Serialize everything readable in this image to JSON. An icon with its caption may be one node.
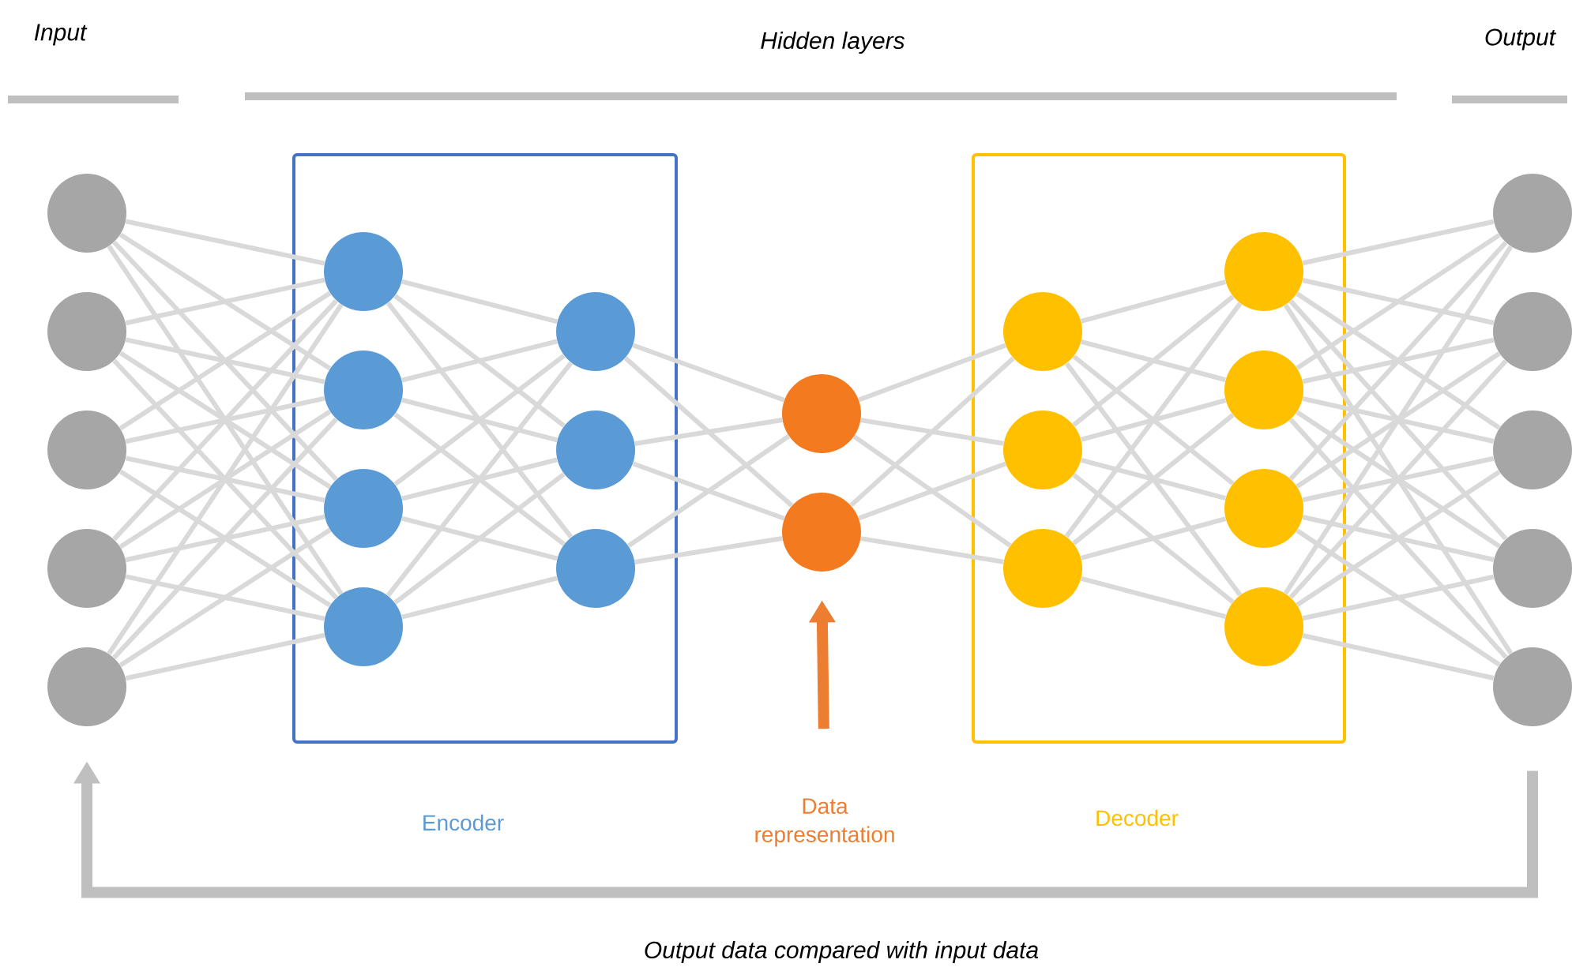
{
  "diagram": {
    "nodes": [
      {
        "text": [],
        "shape": "circle"
      },
      {
        "text": [],
        "shape": "circle"
      },
      {
        "text": [],
        "shape": "circle"
      },
      {
        "text": [],
        "shape": "circle"
      },
      {
        "text": [],
        "shape": "circle"
      },
      {
        "text": [
          "Encoder"
        ]
      },
      {
        "text": [],
        "shape": "circle",
        "in": 5
      },
      {
        "text": [],
        "shape": "circle",
        "in": 5
      },
      {
        "text": [],
        "shape": "circle",
        "in": 5
      },
      {
        "text": [],
        "shape": "circle",
        "in": 5
      },
      {
        "text": [],
        "shape": "circle",
        "in": 5
      },
      {
        "text": [],
        "shape": "circle",
        "in": 5
      },
      {
        "text": [],
        "shape": "circle",
        "in": 5
      },
      {
        "text": [],
        "shape": "circle"
      },
      {
        "text": [],
        "shape": "circle"
      },
      {
        "text": [
          "Data representation"
        ]
      },
      {
        "text": [
          "Decoder"
        ]
      },
      {
        "text": [],
        "shape": "circle",
        "in": 16
      },
      {
        "text": [],
        "shape": "circle",
        "in": 16
      },
      {
        "text": [],
        "shape": "circle",
        "in": 16
      },
      {
        "text": [],
        "shape": "circle",
        "in": 16
      },
      {
        "text": [],
        "shape": "circle",
        "in": 16
      },
      {
        "text": [],
        "shape": "circle",
        "in": 16
      },
      {
        "text": [],
        "shape": "circle",
        "in": 16
      },
      {
        "text": [],
        "shape": "circle"
      },
      {
        "text": [],
        "shape": "circle"
      },
      {
        "text": [],
        "shape": "circle"
      },
      {
        "text": [],
        "shape": "circle"
      },
      {
        "text": [],
        "shape": "circle"
      }
    ],
    "edges": [
      {
        "from": 0,
        "to": 6,
        "arrow": "none"
      },
      {
        "from": 0,
        "to": 7,
        "arrow": "none"
      },
      {
        "from": 0,
        "to": 8,
        "arrow": "none"
      },
      {
        "from": 0,
        "to": 9,
        "arrow": "none"
      },
      {
        "from": 1,
        "to": 6,
        "arrow": "none"
      },
      {
        "from": 1,
        "to": 7,
        "arrow": "none"
      },
      {
        "from": 1,
        "to": 8,
        "arrow": "none"
      },
      {
        "from": 1,
        "to": 9,
        "arrow": "none"
      },
      {
        "from": 2,
        "to": 6,
        "arrow": "none"
      },
      {
        "from": 2,
        "to": 7,
        "arrow": "none"
      },
      {
        "from": 2,
        "to": 8,
        "arrow": "none"
      },
      {
        "from": 2,
        "to": 9,
        "arrow": "none"
      },
      {
        "from": 3,
        "to": 6,
        "arrow": "none"
      },
      {
        "from": 3,
        "to": 7,
        "arrow": "none"
      },
      {
        "from": 3,
        "to": 8,
        "arrow": "none"
      },
      {
        "from": 3,
        "to": 9,
        "arrow": "none"
      },
      {
        "from": 4,
        "to": 6,
        "arrow": "none"
      },
      {
        "from": 4,
        "to": 7,
        "arrow": "none"
      },
      {
        "from": 4,
        "to": 8,
        "arrow": "none"
      },
      {
        "from": 4,
        "to": 9,
        "arrow": "none"
      },
      {
        "from": 6,
        "to": 10,
        "arrow": "none"
      },
      {
        "from": 6,
        "to": 11,
        "arrow": "none"
      },
      {
        "from": 6,
        "to": 12,
        "arrow": "none"
      },
      {
        "from": 7,
        "to": 10,
        "arrow": "none"
      },
      {
        "from": 7,
        "to": 11,
        "arrow": "none"
      },
      {
        "from": 7,
        "to": 12,
        "arrow": "none"
      },
      {
        "from": 8,
        "to": 10,
        "arrow": "none"
      },
      {
        "from": 8,
        "to": 11,
        "arrow": "none"
      },
      {
        "from": 8,
        "to": 12,
        "arrow": "none"
      },
      {
        "from": 9,
        "to": 10,
        "arrow": "none"
      },
      {
        "from": 9,
        "to": 11,
        "arrow": "none"
      },
      {
        "from": 9,
        "to": 12,
        "arrow": "none"
      },
      {
        "from": 10,
        "to": 13,
        "arrow": "none"
      },
      {
        "from": 10,
        "to": 14,
        "arrow": "none"
      },
      {
        "from": 11,
        "to": 13,
        "arrow": "none"
      },
      {
        "from": 11,
        "to": 14,
        "arrow": "none"
      },
      {
        "from": 12,
        "to": 13,
        "arrow": "none"
      },
      {
        "from": 12,
        "to": 14,
        "arrow": "none"
      },
      {
        "from": 13,
        "to": 17,
        "arrow": "none"
      },
      {
        "from": 13,
        "to": 18,
        "arrow": "none"
      },
      {
        "from": 13,
        "to": 19,
        "arrow": "none"
      },
      {
        "from": 14,
        "to": 17,
        "arrow": "none"
      },
      {
        "from": 14,
        "to": 18,
        "arrow": "none"
      },
      {
        "from": 14,
        "to": 19,
        "arrow": "none"
      },
      {
        "from": 17,
        "to": 20,
        "arrow": "none"
      },
      {
        "from": 17,
        "to": 21,
        "arrow": "none"
      },
      {
        "from": 17,
        "to": 22,
        "arrow": "none"
      },
      {
        "from": 17,
        "to": 23,
        "arrow": "none"
      },
      {
        "from": 18,
        "to": 20,
        "arrow": "none"
      },
      {
        "from": 18,
        "to": 21,
        "arrow": "none"
      },
      {
        "from": 18,
        "to": 22,
        "arrow": "none"
      },
      {
        "from": 18,
        "to": 23,
        "arrow": "none"
      },
      {
        "from": 19,
        "to": 20,
        "arrow": "none"
      },
      {
        "from": 19,
        "to": 21,
        "arrow": "none"
      },
      {
        "from": 19,
        "to": 22,
        "arrow": "none"
      },
      {
        "from": 19,
        "to": 23,
        "arrow": "none"
      },
      {
        "from": 20,
        "to": 24,
        "arrow": "none"
      },
      {
        "from": 20,
        "to": 25,
        "arrow": "none"
      },
      {
        "from": 20,
        "to": 26,
        "arrow": "none"
      },
      {
        "from": 20,
        "to": 27,
        "arrow": "none"
      },
      {
        "from": 20,
        "to": 28,
        "arrow": "none"
      },
      {
        "from": 21,
        "to": 24,
        "arrow": "none"
      },
      {
        "from": 21,
        "to": 25,
        "arrow": "none"
      },
      {
        "from": 21,
        "to": 26,
        "arrow": "none"
      },
      {
        "from": 21,
        "to": 27,
        "arrow": "none"
      },
      {
        "from": 21,
        "to": 28,
        "arrow": "none"
      },
      {
        "from": 22,
        "to": 24,
        "arrow": "none"
      },
      {
        "from": 22,
        "to": 25,
        "arrow": "none"
      },
      {
        "from": 22,
        "to": 26,
        "arrow": "none"
      },
      {
        "from": 22,
        "to": 27,
        "arrow": "none"
      },
      {
        "from": 22,
        "to": 28,
        "arrow": "none"
      },
      {
        "from": 23,
        "to": 24,
        "arrow": "none"
      },
      {
        "from": 23,
        "to": 25,
        "arrow": "none"
      },
      {
        "from": 23,
        "to": 26,
        "arrow": "none"
      },
      {
        "from": 23,
        "to": 27,
        "arrow": "none"
      },
      {
        "from": 23,
        "to": 28,
        "arrow": "none"
      },
      {
        "from": 15,
        "to": 14,
        "arrow": "to",
        "style": "thick",
        "color": "#ed7d31"
      },
      {
        "from": 28,
        "to": 4,
        "arrow": "to",
        "style": "thick",
        "color": "#bfbfbf",
        "label": "Output data compared with input data"
      }
    ],
    "labels": [
      "Input",
      "Hidden layers",
      "Output"
    ]
  }
}
